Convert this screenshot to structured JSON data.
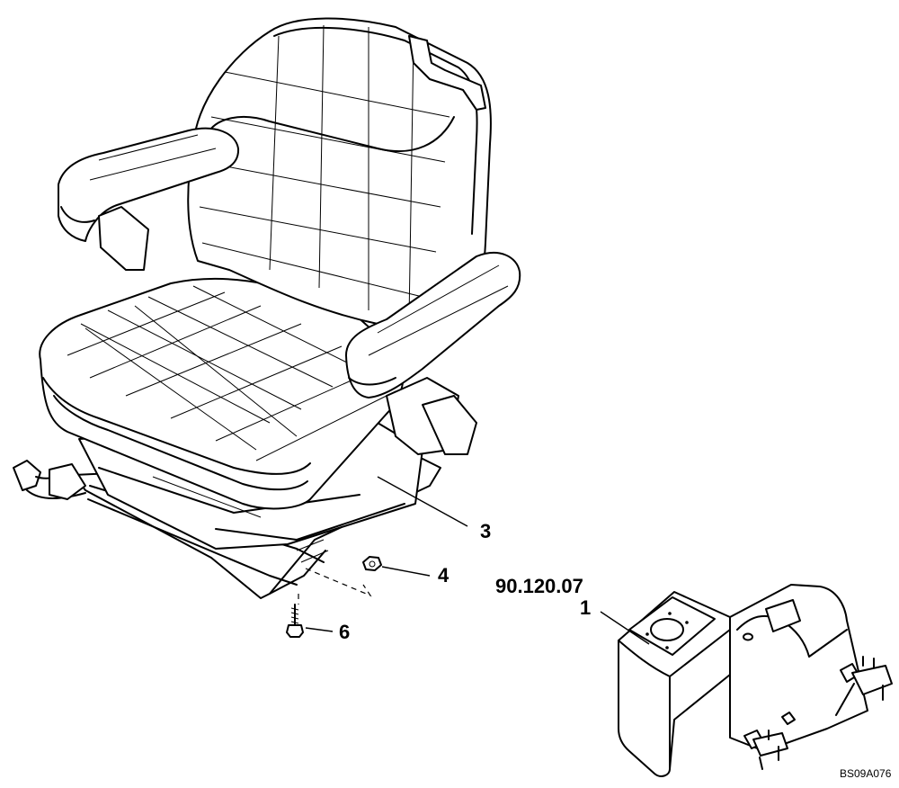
{
  "labels": {
    "item_3": "3",
    "item_4": "4",
    "item_6": "6",
    "item_1": "1",
    "reference": "90.120.07",
    "drawing_code": "BS09A076"
  },
  "parts": [
    {
      "item": "3",
      "icon": "seat-assembly-icon"
    },
    {
      "item": "4",
      "icon": "nut-icon"
    },
    {
      "item": "6",
      "icon": "bolt-icon"
    },
    {
      "item": "1",
      "icon": "control-console-icon"
    }
  ],
  "colors": {
    "ink": "#000000",
    "paper": "#ffffff"
  }
}
